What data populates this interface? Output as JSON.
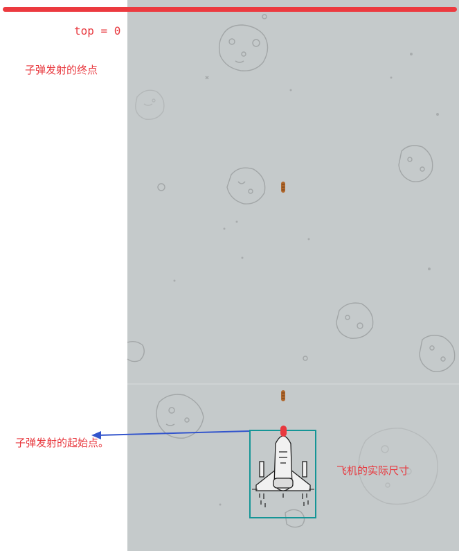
{
  "labels": {
    "top_zero": "top = 0",
    "bullet_end": "子弹发射的终点",
    "bullet_start": "子弹发射的起始点。",
    "plane_size": "飞机的实际尺寸"
  },
  "colors": {
    "annotation_red": "#e8383e",
    "box_teal": "#159596",
    "arrow_blue": "#3355cc",
    "game_background": "#c5cacb",
    "bullet_brown": "#b0672c"
  },
  "icons": [
    "fighter-plane-icon",
    "bullet-icon",
    "asteroid-icon",
    "arrow-icon"
  ]
}
